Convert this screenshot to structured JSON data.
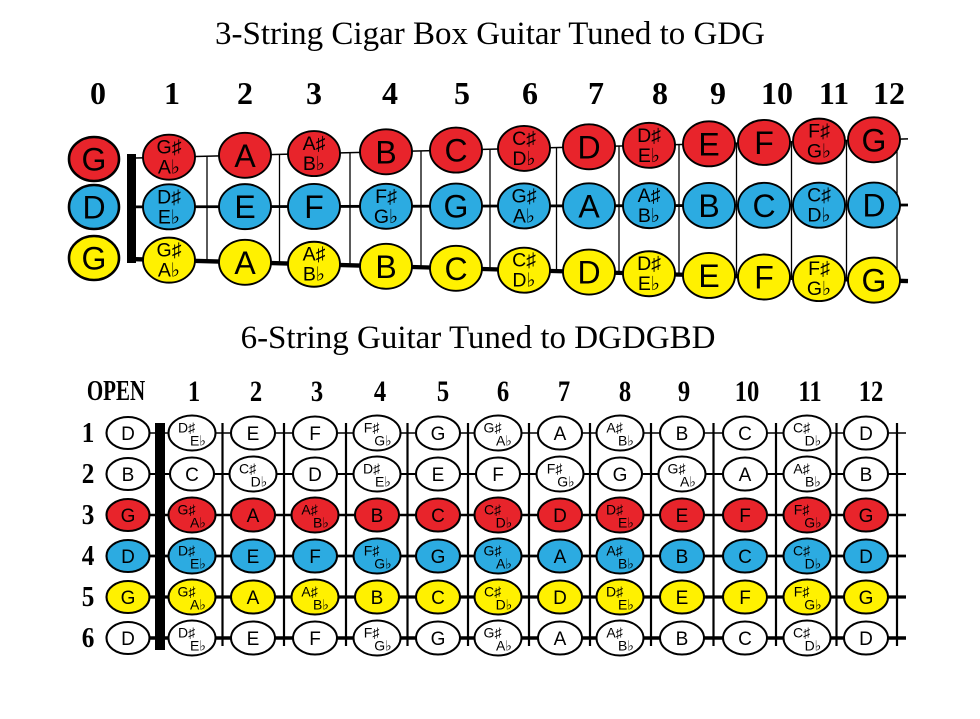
{
  "top_chart": {
    "title": "3-String Cigar Box Guitar Tuned to GDG",
    "fret_labels": [
      "0",
      "1",
      "2",
      "3",
      "4",
      "5",
      "6",
      "7",
      "8",
      "9",
      "10",
      "11",
      "12"
    ],
    "strings": [
      {
        "open": "G",
        "color": "#e8242b",
        "notes": [
          {
            "s": "G♯",
            "f": "A♭"
          },
          "A",
          {
            "s": "A♯",
            "f": "B♭"
          },
          "B",
          "C",
          {
            "s": "C♯",
            "f": "D♭"
          },
          "D",
          {
            "s": "D♯",
            "f": "E♭"
          },
          "E",
          "F",
          {
            "s": "F♯",
            "f": "G♭"
          },
          "G"
        ]
      },
      {
        "open": "D",
        "color": "#2cabe1",
        "notes": [
          {
            "s": "D♯",
            "f": "E♭"
          },
          "E",
          "F",
          {
            "s": "F♯",
            "f": "G♭"
          },
          "G",
          {
            "s": "G♯",
            "f": "A♭"
          },
          "A",
          {
            "s": "A♯",
            "f": "B♭"
          },
          "B",
          "C",
          {
            "s": "C♯",
            "f": "D♭"
          },
          "D"
        ]
      },
      {
        "open": "G",
        "color": "#fff100",
        "notes": [
          {
            "s": "G♯",
            "f": "A♭"
          },
          "A",
          {
            "s": "A♯",
            "f": "B♭"
          },
          "B",
          "C",
          {
            "s": "C♯",
            "f": "D♭"
          },
          "D",
          {
            "s": "D♯",
            "f": "E♭"
          },
          "E",
          "F",
          {
            "s": "F♯",
            "f": "G♭"
          },
          "G"
        ]
      }
    ]
  },
  "bottom_chart": {
    "title": "6-String Guitar Tuned to DGDGBD",
    "open_header": "OPEN",
    "fret_labels": [
      "1",
      "2",
      "3",
      "4",
      "5",
      "6",
      "7",
      "8",
      "9",
      "10",
      "11",
      "12"
    ],
    "strings": [
      {
        "number": "1",
        "open": "D",
        "color": "#ffffff",
        "notes": [
          {
            "s": "D♯",
            "f": "E♭"
          },
          "E",
          "F",
          {
            "s": "F♯",
            "f": "G♭"
          },
          "G",
          {
            "s": "G♯",
            "f": "A♭"
          },
          "A",
          {
            "s": "A♯",
            "f": "B♭"
          },
          "B",
          "C",
          {
            "s": "C♯",
            "f": "D♭"
          },
          "D"
        ]
      },
      {
        "number": "2",
        "open": "B",
        "color": "#ffffff",
        "notes": [
          "C",
          {
            "s": "C♯",
            "f": "D♭"
          },
          "D",
          {
            "s": "D♯",
            "f": "E♭"
          },
          "E",
          "F",
          {
            "s": "F♯",
            "f": "G♭"
          },
          "G",
          {
            "s": "G♯",
            "f": "A♭"
          },
          "A",
          {
            "s": "A♯",
            "f": "B♭"
          },
          "B"
        ]
      },
      {
        "number": "3",
        "open": "G",
        "color": "#e8242b",
        "notes": [
          {
            "s": "G♯",
            "f": "A♭"
          },
          "A",
          {
            "s": "A♯",
            "f": "B♭"
          },
          "B",
          "C",
          {
            "s": "C♯",
            "f": "D♭"
          },
          "D",
          {
            "s": "D♯",
            "f": "E♭"
          },
          "E",
          "F",
          {
            "s": "F♯",
            "f": "G♭"
          },
          "G"
        ]
      },
      {
        "number": "4",
        "open": "D",
        "color": "#2cabe1",
        "notes": [
          {
            "s": "D♯",
            "f": "E♭"
          },
          "E",
          "F",
          {
            "s": "F♯",
            "f": "G♭"
          },
          "G",
          {
            "s": "G♯",
            "f": "A♭"
          },
          "A",
          {
            "s": "A♯",
            "f": "B♭"
          },
          "B",
          "C",
          {
            "s": "C♯",
            "f": "D♭"
          },
          "D"
        ]
      },
      {
        "number": "5",
        "open": "G",
        "color": "#fff100",
        "notes": [
          {
            "s": "G♯",
            "f": "A♭"
          },
          "A",
          {
            "s": "A♯",
            "f": "B♭"
          },
          "B",
          "C",
          {
            "s": "C♯",
            "f": "D♭"
          },
          "D",
          {
            "s": "D♯",
            "f": "E♭"
          },
          "E",
          "F",
          {
            "s": "F♯",
            "f": "G♭"
          },
          "G"
        ]
      },
      {
        "number": "6",
        "open": "D",
        "color": "#ffffff",
        "notes": [
          {
            "s": "D♯",
            "f": "E♭"
          },
          "E",
          "F",
          {
            "s": "F♯",
            "f": "G♭"
          },
          "G",
          {
            "s": "G♯",
            "f": "A♭"
          },
          "A",
          {
            "s": "A♯",
            "f": "B♭"
          },
          "B",
          "C",
          {
            "s": "C♯",
            "f": "D♭"
          },
          "D"
        ]
      }
    ]
  },
  "colors": {
    "red": "#e8242b",
    "blue": "#2cabe1",
    "yellow": "#fff100",
    "white": "#ffffff",
    "line": "#000000",
    "background": "#ffffff",
    "text": "#000000"
  }
}
